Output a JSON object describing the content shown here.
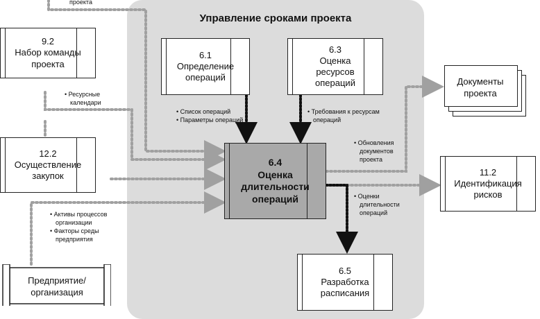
{
  "diagram": {
    "region_title": "Управление сроками проекта",
    "top_cut_label": "проекта",
    "boxes": {
      "team": {
        "number": "9.2",
        "line1": "Набор команды",
        "line2": "проекта"
      },
      "procure": {
        "number": "12.2",
        "line1": "Осуществление",
        "line2": "закупок"
      },
      "enterprise": {
        "line1": "Предприятие/",
        "line2": "организация"
      },
      "define": {
        "number": "6.1",
        "line1": "Определение",
        "line2": "операций"
      },
      "resource": {
        "number": "6.3",
        "line1": "Оценка",
        "line2": "ресурсов",
        "line3": "операций"
      },
      "duration": {
        "number": "6.4",
        "line1": "Оценка",
        "line2": "длительности",
        "line3": "операций"
      },
      "schedule": {
        "number": "6.5",
        "line1": "Разработка",
        "line2": "расписания"
      },
      "risks": {
        "number": "11.2",
        "line1": "Идентификация",
        "line2": "рисков"
      },
      "docs": {
        "line1": "Документы",
        "line2": "проекта"
      }
    },
    "notes": {
      "calendars": {
        "line1": "Ресурсные",
        "line2": "календари"
      },
      "define_out": {
        "item1": "Список операций",
        "item2": "Параметры операций"
      },
      "resource_out": {
        "line1": "Требования к ресурсам",
        "line2": "операций"
      },
      "updates": {
        "line1": "Обновления",
        "line2": "документов",
        "line3": "проекта"
      },
      "estimates": {
        "line1": "Оценки",
        "line2": "длительности",
        "line3": "операций"
      },
      "enterprise_out": {
        "item1a": "Активы процессов",
        "item1b": "организации",
        "item2a": "Факторы среды",
        "item2b": "предприятия"
      }
    }
  }
}
